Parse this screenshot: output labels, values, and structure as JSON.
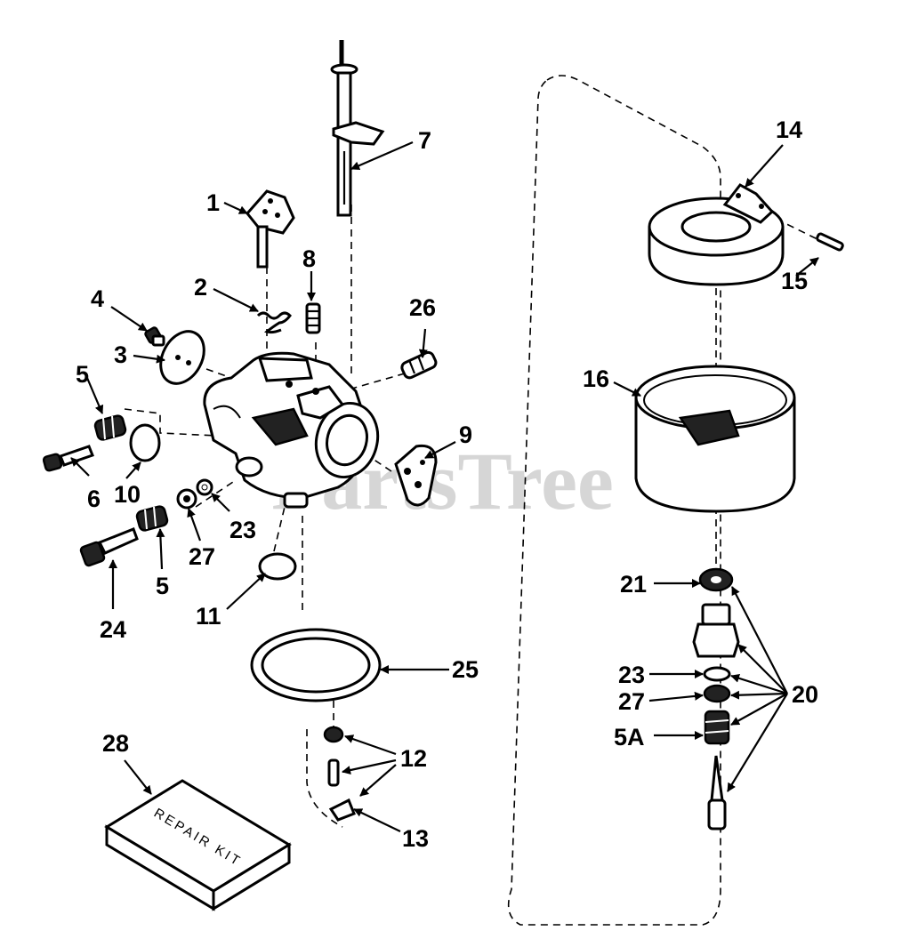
{
  "watermark": "PartsTree",
  "repair_kit_text": "REPAIR KIT",
  "callouts": {
    "c1": "1",
    "c2": "2",
    "c3": "3",
    "c4": "4",
    "c5a": "5",
    "c5b": "5",
    "c6": "6",
    "c7": "7",
    "c8": "8",
    "c9": "9",
    "c10": "10",
    "c11": "11",
    "c12": "12",
    "c13": "13",
    "c14": "14",
    "c15": "15",
    "c16": "16",
    "c20": "20",
    "c21": "21",
    "c23a": "23",
    "c23b": "23",
    "c24": "24",
    "c25": "25",
    "c26": "26",
    "c27a": "27",
    "c27b": "27",
    "c28": "28",
    "c5A": "5A"
  }
}
